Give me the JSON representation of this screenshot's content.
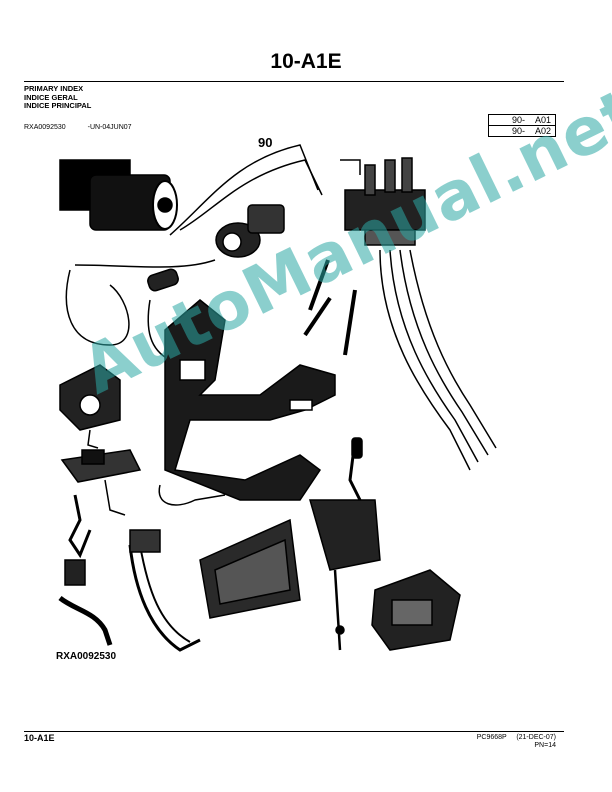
{
  "header": {
    "title": "10-A1E",
    "index_lines": [
      "PRIMARY INDEX",
      "INDICE GERAL",
      "INDICE PRINCIPAL"
    ]
  },
  "codes": {
    "art_ref": "RXA0092530",
    "date_ref": "-UN-04JUN07"
  },
  "reference_box": {
    "rows": [
      {
        "group": "90-",
        "code": "A01"
      },
      {
        "group": "90-",
        "code": "A02"
      }
    ]
  },
  "illustration": {
    "group_label": "90",
    "art_label": "RXA0092530"
  },
  "watermark": "AutoManual.net",
  "footer": {
    "left": "10-A1E",
    "doc": "PC9668P",
    "date": "(21-DEC-07)",
    "page": "PN=14"
  },
  "colors": {
    "watermark": "#2ca8a4",
    "ink": "#000000"
  }
}
